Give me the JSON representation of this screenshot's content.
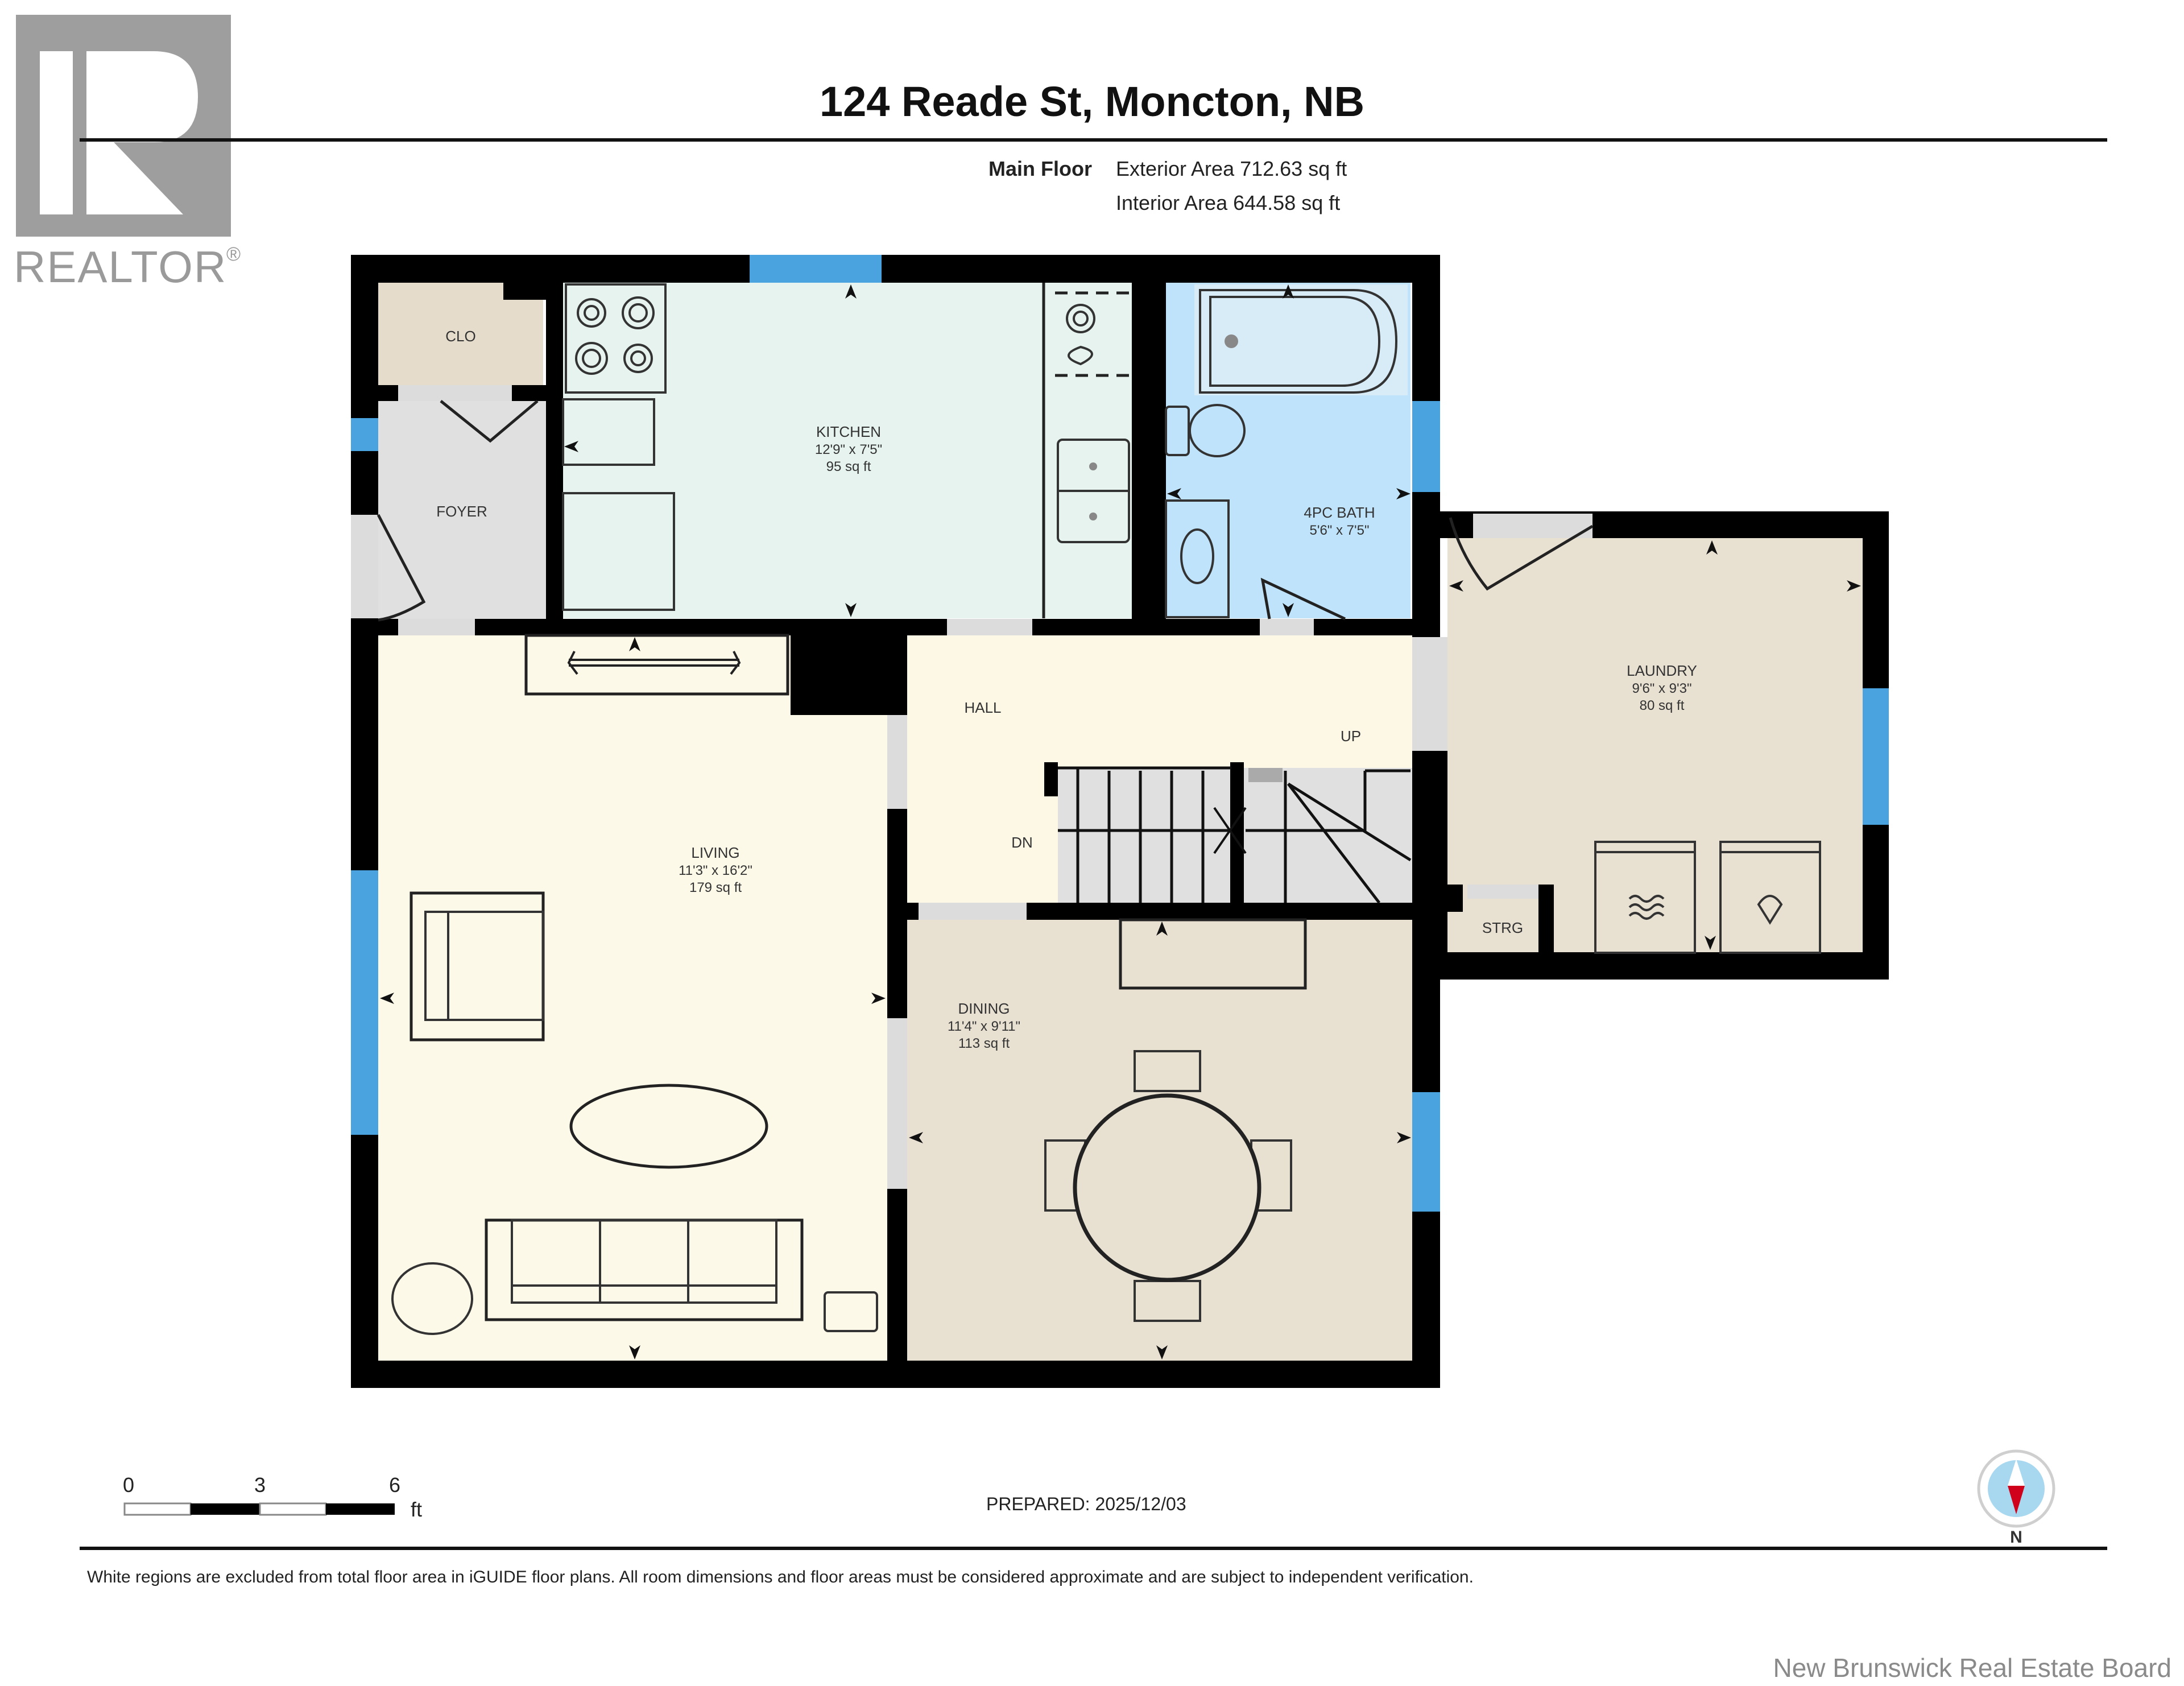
{
  "logo": {
    "wordmark": "REALTOR",
    "registered": "®",
    "color": "#9a9a9a"
  },
  "header": {
    "title": "124 Reade St, Moncton, NB",
    "floor_label": "Main Floor",
    "exterior_area": "Exterior Area 712.63 sq ft",
    "interior_area": "Interior Area 644.58 sq ft"
  },
  "rooms": {
    "clo": {
      "name": "CLO",
      "color": "#e6dccb"
    },
    "foyer": {
      "name": "FOYER",
      "color": "#e0e0e0"
    },
    "kitchen": {
      "name": "KITCHEN",
      "dims": "12'9\" x 7'5\"",
      "area": "95 sq ft",
      "color": "#e6f3ee"
    },
    "bath": {
      "name": "4PC BATH",
      "dims": "5'6\" x 7'5\"",
      "color": "#bfe3fa"
    },
    "laundry": {
      "name": "LAUNDRY",
      "dims": "9'6\" x 9'3\"",
      "area": "80 sq ft",
      "color": "#e8e0d1"
    },
    "hall": {
      "name": "HALL",
      "color": "#fdf8e6"
    },
    "stairs": {
      "up_label": "UP",
      "down_label": "DN",
      "color": "#e0e0e0"
    },
    "living": {
      "name": "LIVING",
      "dims": "11'3\" x 16'2\"",
      "area": "179 sq ft",
      "color": "#fdf9e8"
    },
    "dining": {
      "name": "DINING",
      "dims": "11'4\" x 9'11\"",
      "area": "113 sq ft",
      "color": "#e8e0d1"
    },
    "storage": {
      "name": "STRG",
      "color": "#e8e0d1"
    }
  },
  "colors": {
    "wall": "#000000",
    "window": "#4aa3df",
    "door_opening": "#dcdcdc",
    "compass_needle": "#d0021b",
    "compass_ring": "#a8d8f0"
  },
  "scale_bar": {
    "ticks": [
      "0",
      "3",
      "6"
    ],
    "unit": "ft"
  },
  "footer": {
    "prepared": "PREPARED: 2025/12/03",
    "compass_label": "N",
    "disclaimer": "White regions are excluded from total floor area in iGUIDE floor plans. All room dimensions and floor areas must be considered approximate and are subject to independent verification.",
    "board": "New Brunswick Real Estate Board"
  }
}
